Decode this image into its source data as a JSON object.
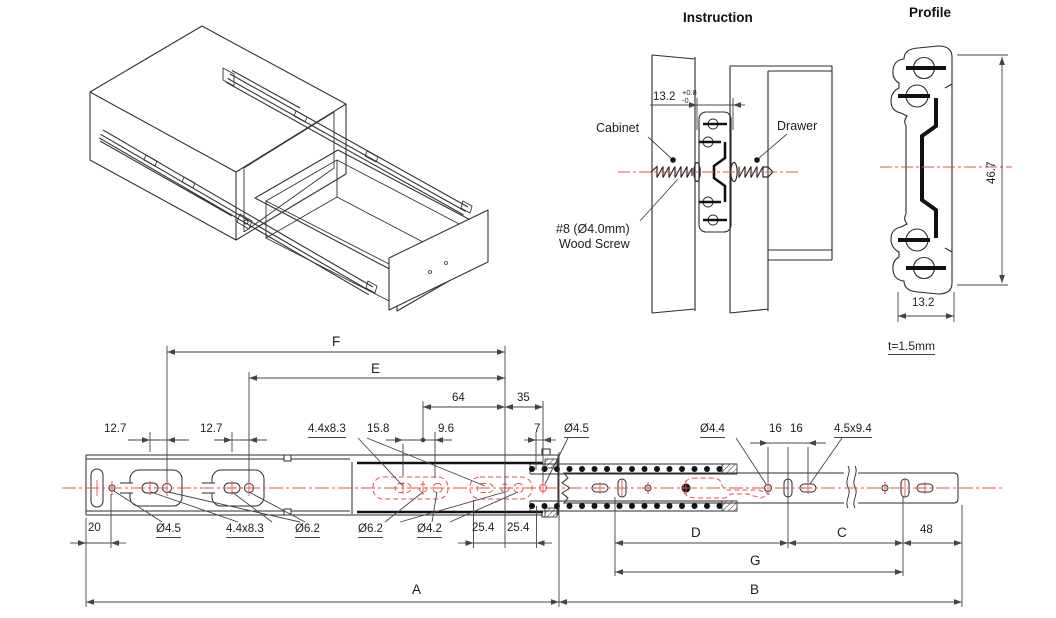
{
  "meta": {
    "drawing_type": "ball-bearing drawer slide technical drawing"
  },
  "colors": {
    "ink": "#2b2b2b",
    "dim": "#444444",
    "accent_red": "#e8524e",
    "solid_black": "#111111",
    "background": "#ffffff"
  },
  "instruction": {
    "title": "Instruction",
    "labels": {
      "cabinet": "Cabinet",
      "drawer": "Drawer",
      "screw_line1": "#8 (Ø4.0mm)",
      "screw_line2": "Wood Screw"
    },
    "mount_dim": {
      "value": "13.2",
      "tol_plus": "+0.8",
      "tol_minus": "-0"
    }
  },
  "profile": {
    "title": "Profile",
    "dims": {
      "height": "46.7",
      "width": "13.2"
    },
    "thickness_note": "t=1.5mm"
  },
  "plan": {
    "dims_top": {
      "f": "F",
      "e": "E",
      "n64": "64",
      "n35": "35",
      "d127a": "12.7",
      "d127b": "12.7",
      "slot_top": "4.4x8.3",
      "d158": "15.8",
      "d96": "9.6",
      "n7": "7",
      "dia45": "Ø4.5",
      "dia44": "Ø4.4",
      "n16a": "16",
      "n16b": "16",
      "slot94": "4.5x9.4"
    },
    "dims_bottom": {
      "n20": "20",
      "dia45": "Ø4.5",
      "slot83": "4.4x8.3",
      "dia62a": "Ø6.2",
      "dia62b": "Ø6.2",
      "dia42": "Ø4.2",
      "d254a": "25.4",
      "d254b": "25.4",
      "d": "D",
      "c": "C",
      "n48": "48",
      "g": "G",
      "a": "A",
      "b": "B"
    }
  }
}
